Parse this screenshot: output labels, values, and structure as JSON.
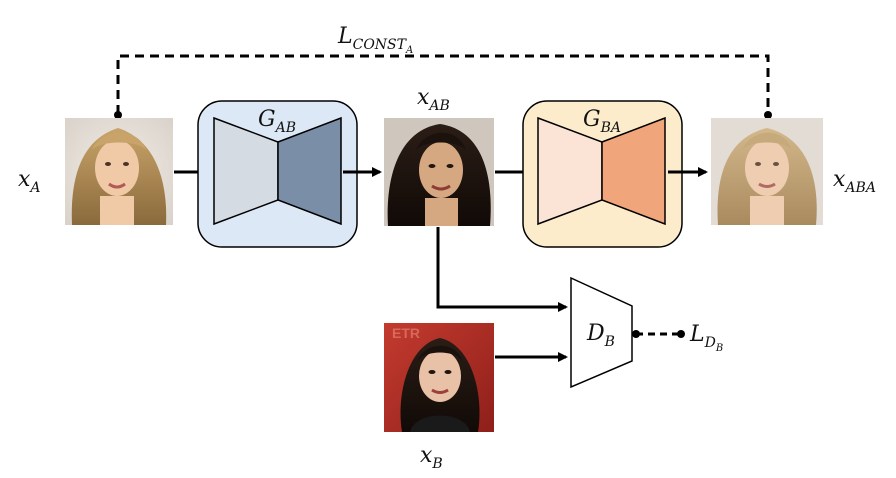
{
  "colors": {
    "generator_ab_bg": "#dce8f5",
    "generator_ab_left": "#d4dbe3",
    "generator_ab_right": "#7a8ea8",
    "generator_ba_bg": "#fdeccb",
    "generator_ba_left": "#fbe3d6",
    "generator_ba_right": "#f0a57a",
    "arrow": "#000000"
  },
  "labels": {
    "x_a": {
      "base": "x",
      "sub": "A"
    },
    "x_ab": {
      "base": "x",
      "sub": "AB"
    },
    "x_aba": {
      "base": "x",
      "sub": "ABA"
    },
    "x_b": {
      "base": "x",
      "sub": "B"
    },
    "g_ab": {
      "base": "G",
      "sub": "AB"
    },
    "g_ba": {
      "base": "G",
      "sub": "BA"
    },
    "d_b": {
      "base": "D",
      "sub": "B"
    },
    "l_const": {
      "base": "L",
      "sub": "CONST",
      "subsub": "A"
    },
    "l_db": {
      "base": "L",
      "sub": "D",
      "subsub": "B"
    }
  },
  "images": {
    "x_a": "face-photo-blonde",
    "x_ab": "face-photo-translated-brunette",
    "x_aba": "face-photo-reconstructed-blonde",
    "x_b": "face-photo-real-brunette"
  }
}
